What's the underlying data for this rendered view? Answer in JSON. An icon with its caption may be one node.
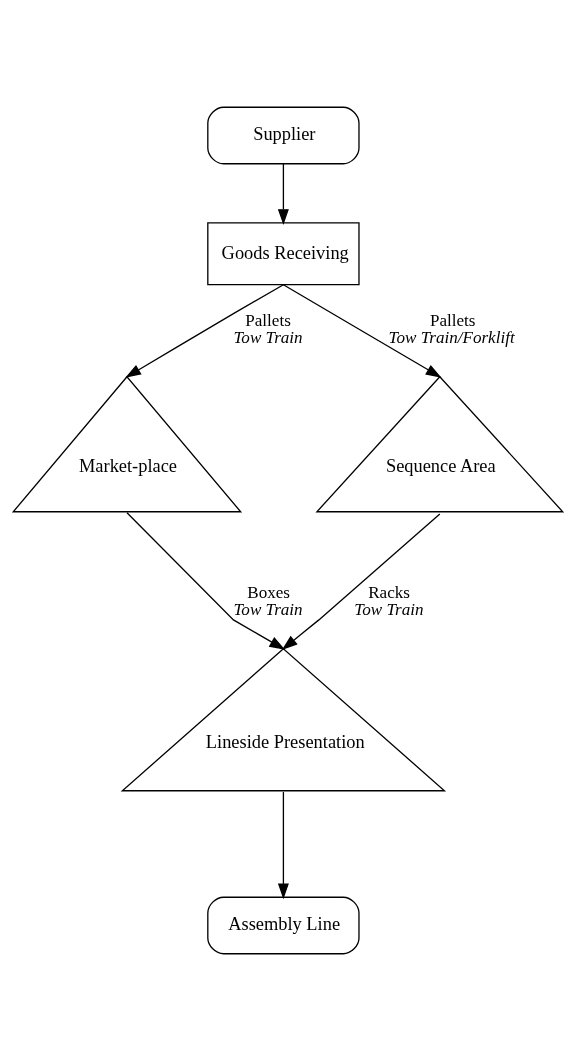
{
  "diagram": {
    "nodes": [
      {
        "text": [
          "Supplier"
        ]
      },
      {
        "text": [
          "Goods Receiving"
        ]
      },
      {
        "text": [
          "Market-place"
        ]
      },
      {
        "text": [
          "Sequence Area"
        ]
      },
      {
        "text": [
          "Lineside Presentation"
        ]
      },
      {
        "text": [
          "Assembly Line"
        ]
      }
    ],
    "edges": [
      {
        "from": 0,
        "to": 1,
        "arrow": "to"
      },
      {
        "from": 1,
        "to": 2,
        "arrow": "to",
        "label": [
          "Pallets",
          "Tow Train"
        ]
      },
      {
        "from": 1,
        "to": 3,
        "arrow": "to",
        "label": [
          "Pallets",
          "Tow Train/Forklift"
        ]
      },
      {
        "from": 2,
        "to": 4,
        "arrow": "to",
        "label": [
          "Boxes",
          "Tow Train"
        ]
      },
      {
        "from": 3,
        "to": 4,
        "arrow": "to",
        "label": [
          "Racks",
          "Tow Train"
        ]
      },
      {
        "from": 4,
        "to": 5,
        "arrow": "to"
      }
    ]
  }
}
